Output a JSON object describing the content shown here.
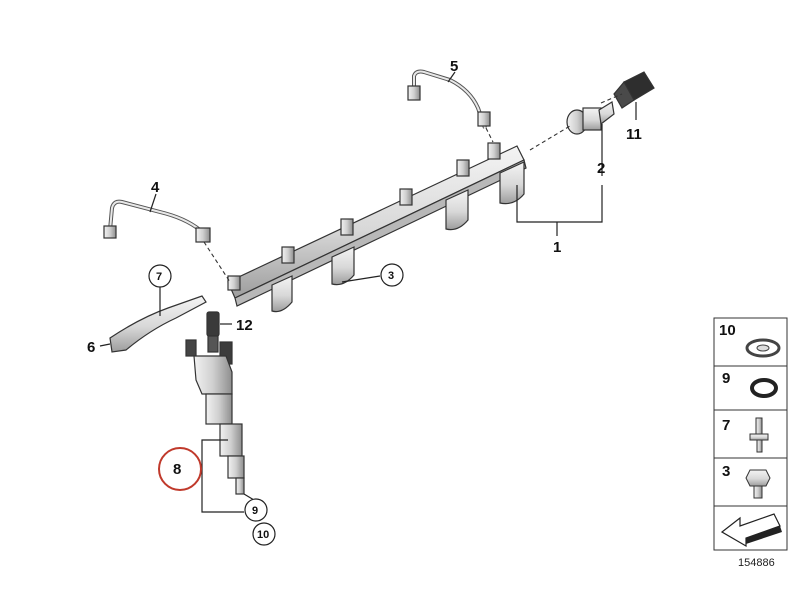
{
  "callouts": {
    "c1": "1",
    "c2": "2",
    "c3": "3",
    "c4": "4",
    "c5": "5",
    "c6": "6",
    "c7": "7",
    "c8": "8",
    "c9": "9",
    "c10": "10",
    "c11": "11",
    "c12": "12"
  },
  "legend": {
    "items": [
      {
        "number": "10",
        "part": "retaining-ring"
      },
      {
        "number": "9",
        "part": "seal-ring"
      },
      {
        "number": "7",
        "part": "stud-bolt"
      },
      {
        "number": "3",
        "part": "hex-bolt"
      }
    ]
  },
  "reference_number": "154886",
  "colors": {
    "line": "#333333",
    "part_fill": "#e6e6e6",
    "part_shade": "#9a9a9a",
    "highlight_circle": "#c0392b"
  }
}
